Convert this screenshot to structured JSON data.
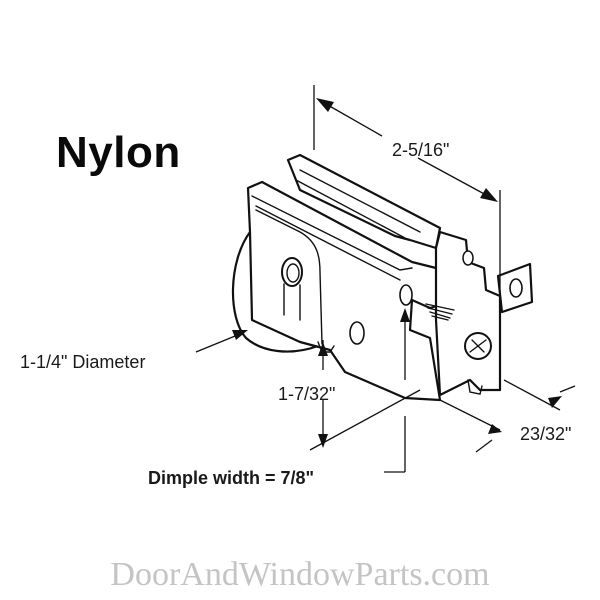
{
  "title": "Nylon",
  "dimensions": {
    "length": "2-5/16\"",
    "wheel_diameter": "1-1/4\" Diameter",
    "height": "1-7/32\"",
    "dimple_width": "Dimple width = 7/8\"",
    "width": "23/32\""
  },
  "watermark": "DoorAndWindowParts.com",
  "colors": {
    "line": "#111111",
    "watermark": "#c4c4c4",
    "background": "#ffffff"
  }
}
